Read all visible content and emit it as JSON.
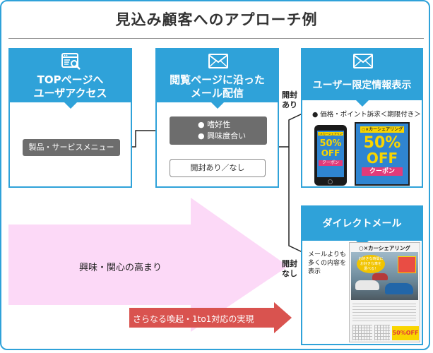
{
  "title": "見込み顧客へのアプローチ例",
  "box1": {
    "title_line1": "TOPページへ",
    "title_line2": "ユーザアクセス",
    "icon": "browser-search-icon",
    "button": "製品・サービスメニュー"
  },
  "box2": {
    "title_line1": "閲覧ページに沿った",
    "title_line2": "メール配信",
    "icon": "mail-icon",
    "bullets": [
      "嗜好性",
      "興味度合い"
    ],
    "button": "開封あり／なし"
  },
  "box3": {
    "title": "ユーザー限定情報表示",
    "icon": "mail-icon",
    "caption": "● 価格・ポイント訴求＜期限付き＞",
    "phone": {
      "badge": "○×カーシェアリング",
      "discount": "50%",
      "off": "OFF",
      "coupon": "クーポン"
    },
    "banner": {
      "badge": "○×カーシェアリング",
      "discount": "50%",
      "off": "OFF",
      "coupon": "クーポン"
    }
  },
  "box4": {
    "title": "ダイレクトメール",
    "caption_line1": "メールよりも",
    "caption_line2": "多くの内容を",
    "caption_line3": "表示",
    "dm": {
      "header": "○×カーシェアリング",
      "sub1": "お好きな時間に",
      "sub2": "お好きな車を",
      "sub3": "選べる！",
      "price": "50%OFF"
    }
  },
  "branch_open": {
    "line1": "開封",
    "line2": "あり"
  },
  "branch_unopened": {
    "line1": "開封",
    "line2": "なし"
  },
  "big_arrow_label": "興味・関心の高まり",
  "red_arrow_label": "さらなる喚起・1to1対応の実現",
  "colors": {
    "accent": "#2fa2d9",
    "pink": "#fcd9f7",
    "red": "#d9534f",
    "gray": "#6d6d6d"
  }
}
